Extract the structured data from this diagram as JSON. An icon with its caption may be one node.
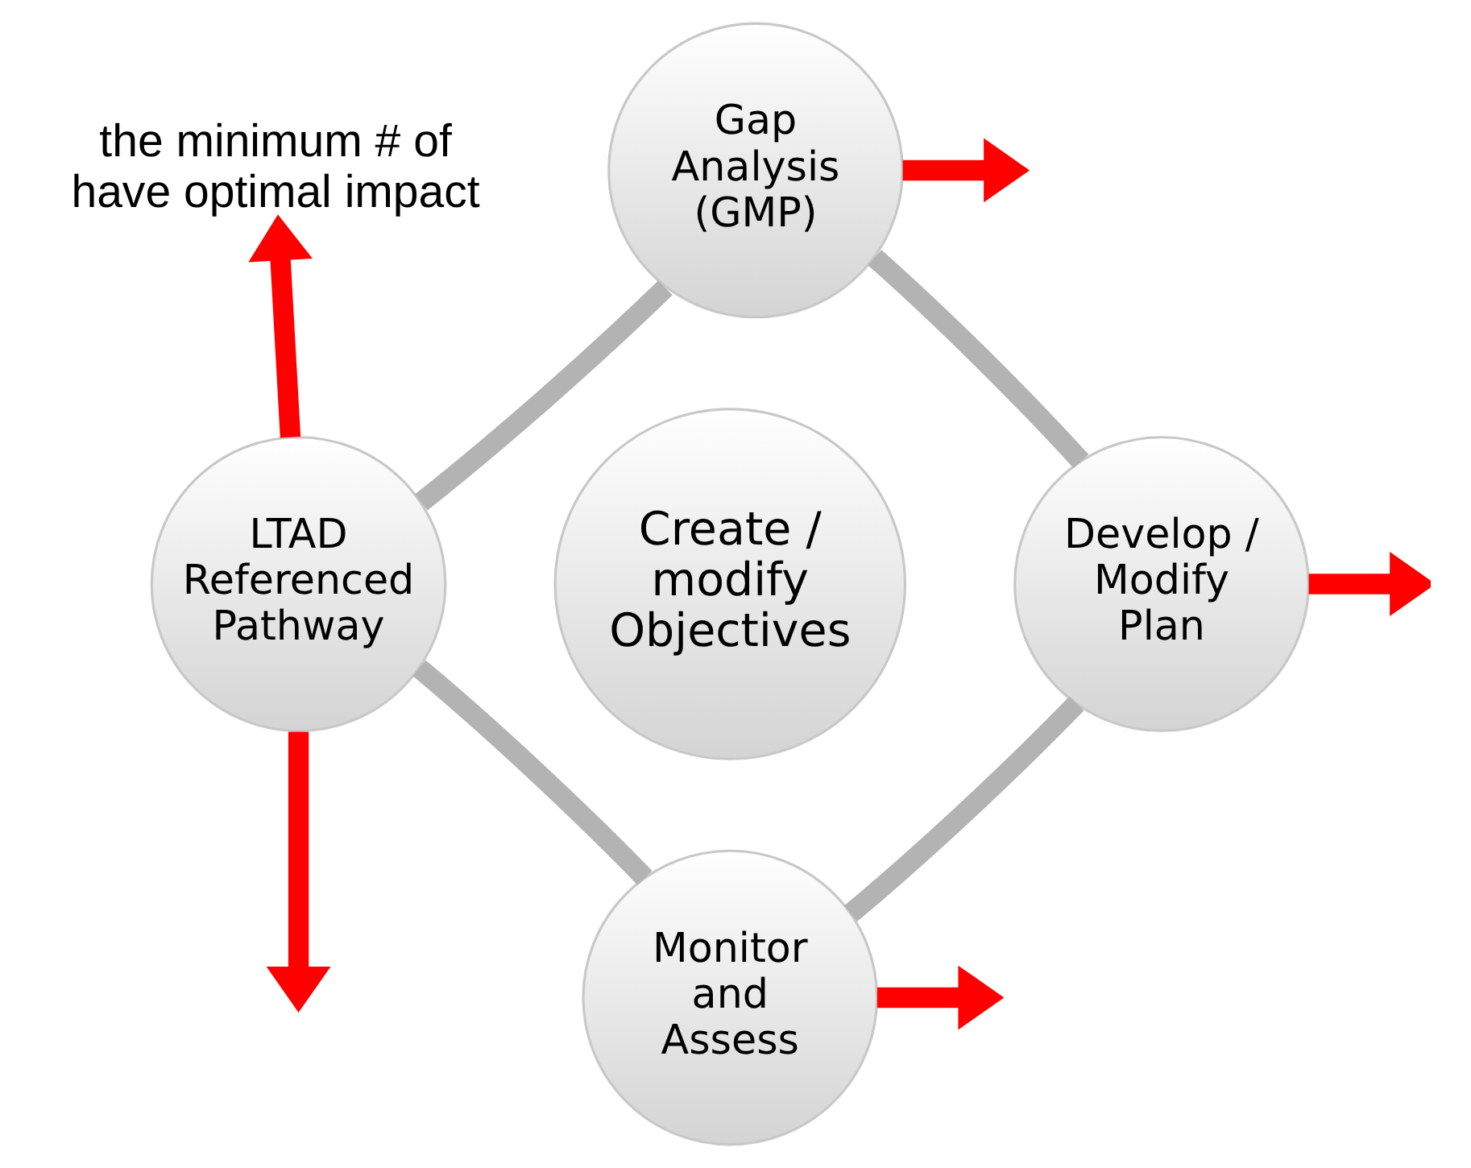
{
  "diagram": {
    "nodes": [
      {
        "text": [
          "the minimum # of have optimal impact"
        ]
      },
      {
        "text": [
          "Gap Analysis (GMP)"
        ]
      },
      {
        "text": [
          "LTAD Referenced Pathway"
        ]
      },
      {
        "text": [
          "Create / modify Objectives"
        ]
      },
      {
        "text": [
          "Develop / Modify Plan"
        ]
      },
      {
        "text": [
          "Monitor and Assess"
        ]
      }
    ],
    "edges": [
      {
        "from": 1,
        "to": 4,
        "arrow": "none",
        "color": "#b3b3b3"
      },
      {
        "from": 4,
        "to": 5,
        "arrow": "none",
        "color": "#b3b3b3"
      },
      {
        "from": 5,
        "to": 2,
        "arrow": "none",
        "color": "#b3b3b3"
      },
      {
        "from": 2,
        "to": 1,
        "arrow": "none",
        "color": "#b3b3b3"
      },
      {
        "from": 2,
        "to": 0,
        "arrow": "to",
        "color": "#ff0000"
      },
      {
        "from": 1,
        "to": null,
        "arrow": "to",
        "color": "#ff0000"
      },
      {
        "from": 4,
        "to": null,
        "arrow": "to",
        "color": "#ff0000"
      },
      {
        "from": 5,
        "to": null,
        "arrow": "to",
        "color": "#ff0000"
      },
      {
        "from": 2,
        "to": null,
        "arrow": "to",
        "color": "#ff0000"
      }
    ]
  }
}
